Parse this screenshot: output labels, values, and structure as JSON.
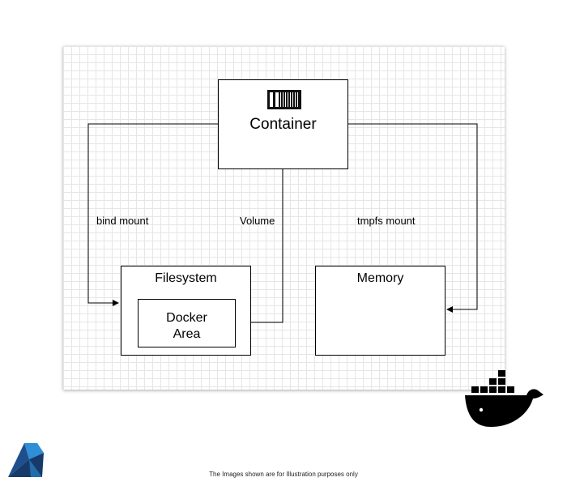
{
  "diagram": {
    "nodes": {
      "container": {
        "label": "Container"
      },
      "filesystem": {
        "label": "Filesystem"
      },
      "docker_area": {
        "label_line1": "Docker",
        "label_line2": "Area"
      },
      "memory": {
        "label": "Memory"
      }
    },
    "edges": {
      "bind_mount": {
        "label": "bind mount"
      },
      "volume": {
        "label": "Volume"
      },
      "tmpfs_mount": {
        "label": "tmpfs mount"
      }
    }
  },
  "footer": {
    "text": "The Images shown are for Illustration purposes only"
  },
  "colors": {
    "line": "#000000",
    "grid": "#e6e6e6",
    "logo_dark_blue": "#1f4e8c",
    "logo_light_blue": "#2e8fd6",
    "docker_whale": "#000000"
  },
  "icons": [
    "shipping-container-icon",
    "docker-whale-icon",
    "brand-logo-icon"
  ]
}
